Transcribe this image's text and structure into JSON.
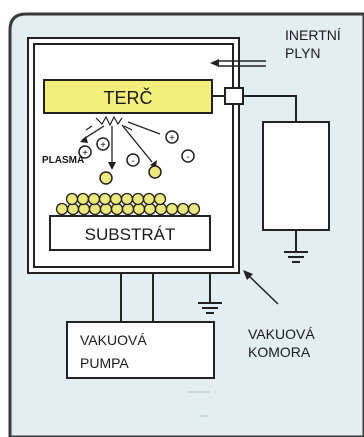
{
  "labels": {
    "target": "TERČ",
    "gas_line1": "INERTNÍ",
    "gas_line2": "PLYN",
    "plasma": "PLASMA",
    "substrate": "SUBSTRÁT",
    "pump_line1": "VAKUOVÁ",
    "pump_line2": "PUMPA",
    "chamber_line1": "VAKUOVÁ",
    "chamber_line2": "KOMORA"
  },
  "colors": {
    "background_panel": "#e3eef3",
    "target_fill": "#f2f07a",
    "particle_fill": "#ede87a",
    "line": "#222222"
  },
  "ions": [
    {
      "sign": "+"
    },
    {
      "sign": "+"
    },
    {
      "sign": "-"
    },
    {
      "sign": "+"
    },
    {
      "sign": "-"
    }
  ]
}
